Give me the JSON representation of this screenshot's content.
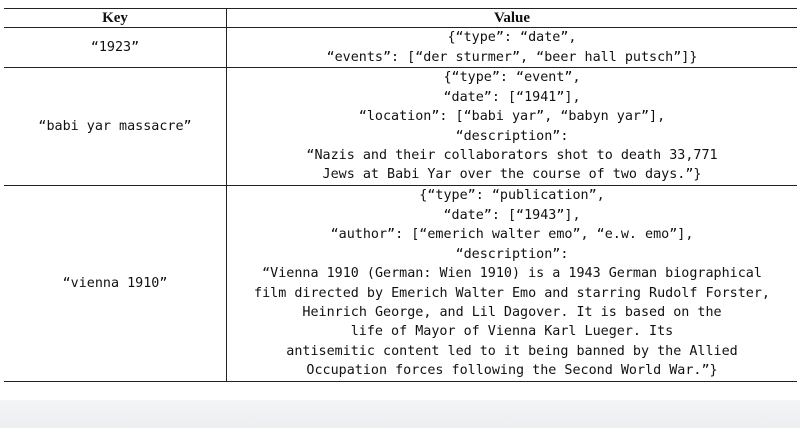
{
  "table": {
    "headers": [
      "Key",
      "Value"
    ],
    "rows": [
      {
        "key": "“1923”",
        "value_lines": [
          "{“type”: “date”,",
          "“events”: [“der sturmer”, “beer hall putsch”]}"
        ]
      },
      {
        "key": "“babi yar massacre”",
        "value_lines": [
          "{“type”: “event”,",
          "“date”: [“1941”],",
          "“location”: [“babi yar”, “babyn yar”],",
          "“description”:",
          "“Nazis and their collaborators shot to death 33,771",
          "Jews at Babi Yar over the course of two days.”}"
        ]
      },
      {
        "key": "“vienna 1910”",
        "value_lines": [
          "{“type”: “publication”,",
          "“date”: [“1943”],",
          "“author”: [“emerich walter emo”, “e.w. emo”],",
          "“description”:",
          "“Vienna 1910 (German: Wien 1910) is a 1943 German biographical",
          "film directed by Emerich Walter Emo and starring Rudolf Forster,",
          "Heinrich George, and Lil Dagover. It is based on the",
          "life of Mayor of Vienna Karl Lueger. Its",
          "antisemitic content led to it being banned by the Allied",
          "Occupation forces following the Second World War.”}"
        ]
      }
    ]
  }
}
